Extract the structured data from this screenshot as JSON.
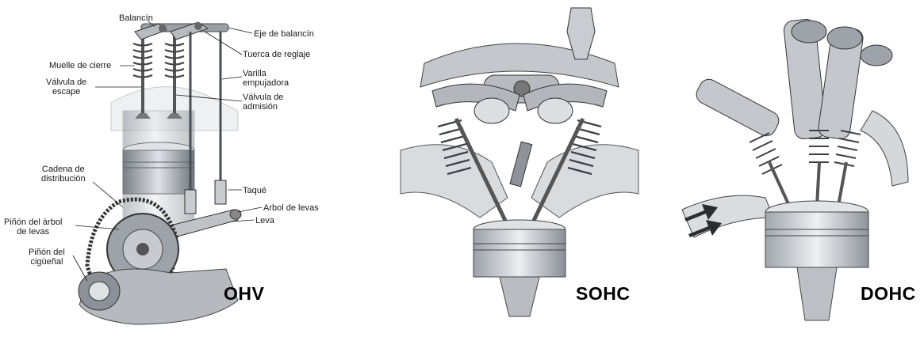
{
  "panels": [
    {
      "title": "OHV",
      "labels": {
        "balancin": "Balancín",
        "eje_balancin": "Eje de balancín",
        "muelle_cierre": "Muelle de cierre",
        "tuerca_reglaje": "Tuerca de reglaje",
        "valvula_escape_1": "Válvula de",
        "valvula_escape_2": "escape",
        "varilla_1": "Varilla",
        "varilla_2": "empujadora",
        "valvula_admision_1": "Válvula de",
        "valvula_admision_2": "admisión",
        "cadena_1": "Cadena de",
        "cadena_2": "distribución",
        "taque": "Taqué",
        "arbol_levas": "Arbol de levas",
        "pinon_arbol_1": "Piñón del árbol",
        "pinon_arbol_2": "de levas",
        "leva": "Leva",
        "pinon_cigueñal_1": "Piñón del",
        "pinon_cigueñal_2": "cigüeñal"
      }
    },
    {
      "title": "SOHC"
    },
    {
      "title": "DOHC"
    }
  ],
  "colors": {
    "ink": "#1a1a1a",
    "metal": "#c9ccd0",
    "metal_dark": "#7c8188",
    "shadow": "#a9adb2"
  }
}
